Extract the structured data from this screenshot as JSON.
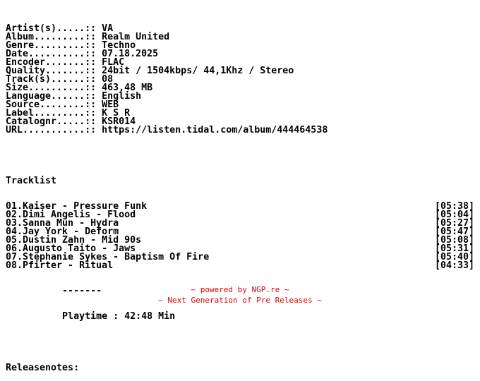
{
  "info": [
    {
      "label": "Artist(s).....::",
      "value": "VA"
    },
    {
      "label": "Album.........::",
      "value": "Realm United"
    },
    {
      "label": "Genre.........::",
      "value": "Techno"
    },
    {
      "label": "Date..........::",
      "value": "07.18.2025"
    },
    {
      "label": "Encoder.......::",
      "value": "FLAC"
    },
    {
      "label": "Quality.......::",
      "value": "24bit / 1504kbps/ 44,1Khz / Stereo"
    },
    {
      "label": "Track(s)......::",
      "value": "08"
    },
    {
      "label": "Size..........::",
      "value": "463,48 MB"
    },
    {
      "label": "Language......::",
      "value": "English"
    },
    {
      "label": "Source........::",
      "value": "WEB"
    },
    {
      "label": "Label.........::",
      "value": "K S R"
    },
    {
      "label": "Catalognr.....::",
      "value": "KSR014"
    },
    {
      "label": "URL...........::",
      "value": "https://listen.tidal.com/album/444464538"
    }
  ],
  "tracklist_heading": "Tracklist",
  "tracks": [
    {
      "title": "01.Kaiser - Pressure Funk",
      "duration": "[05:38]"
    },
    {
      "title": "02.Dimi Angelis - Flood",
      "duration": "[05:04]"
    },
    {
      "title": "03.Sanna Mun - Hydra",
      "duration": "[05:27]"
    },
    {
      "title": "04.Jay York - Deform",
      "duration": "[05:47]"
    },
    {
      "title": "05.Dustin Zahn - Mid 90s",
      "duration": "[05:08]"
    },
    {
      "title": "06.Augusto Taito - Jaws",
      "duration": "[05:31]"
    },
    {
      "title": "07.Stephanie Sykes - Baptism Of Fire",
      "duration": "[05:40]"
    },
    {
      "title": "08.Pfirter - Ritual",
      "duration": "[04:33]"
    }
  ],
  "separator": "          -------",
  "playtime": "          Playtime : 42:48 Min",
  "releasenotes_label": "Releasenotes:",
  "footer": {
    "line1": "~ powered by NGP.re ~",
    "line2": "~ Next Generation of Pre Releases ~"
  }
}
